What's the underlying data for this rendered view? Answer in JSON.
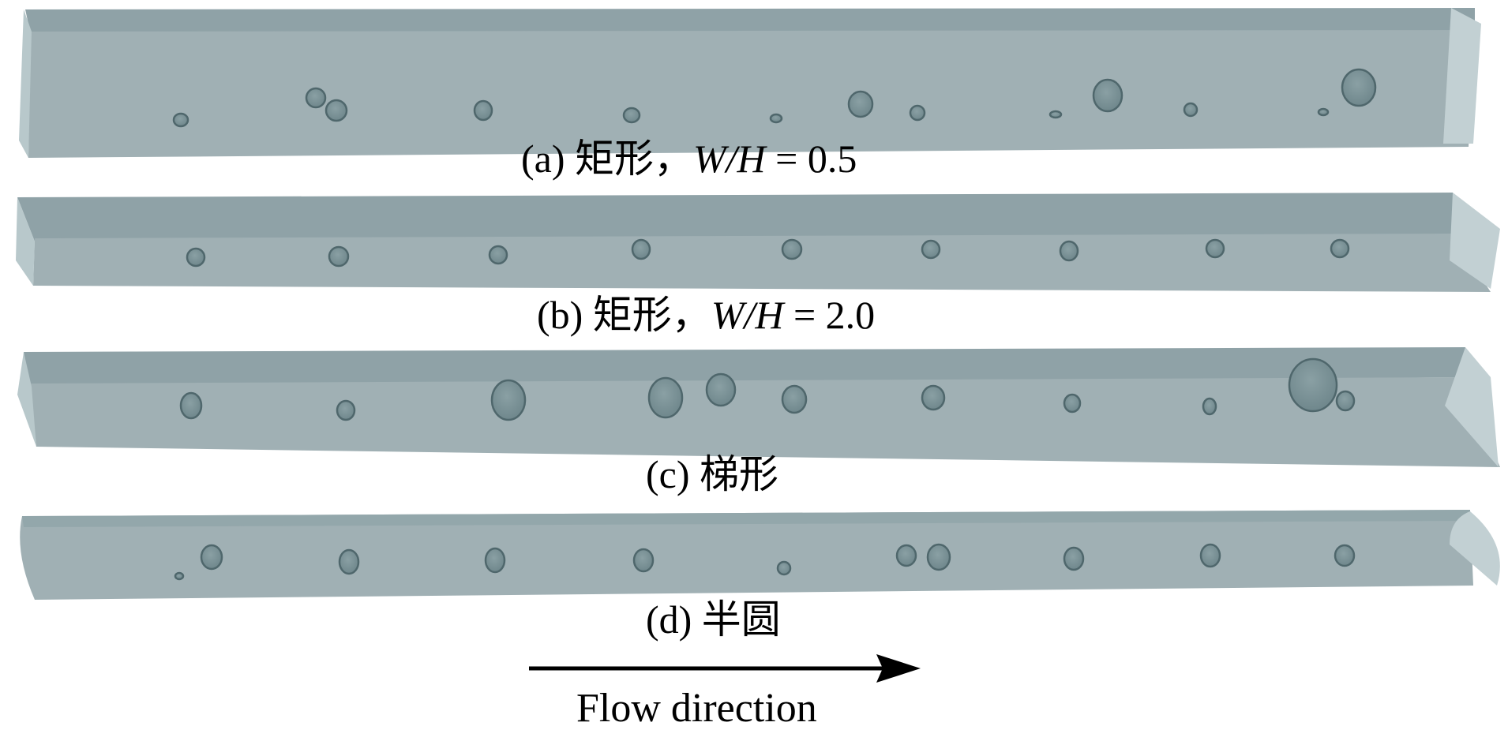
{
  "figure": {
    "colors": {
      "channel_side": "#a0b0b4",
      "channel_top": "#8fa2a7",
      "channel_end": "#c2d0d3",
      "bubble_fill": "#7f9599",
      "bubble_edge": "#4f676c",
      "arrow": "#000000"
    },
    "panels": [
      {
        "id": "a",
        "caption_prefix": "(a) 矩形，",
        "caption_math": "W/H",
        "caption_suffix": " = 0.5",
        "cross_section": "rectangle",
        "bubble_count": 14
      },
      {
        "id": "b",
        "caption_prefix": "(b) 矩形，",
        "caption_math": "W/H",
        "caption_suffix": " = 2.0",
        "cross_section": "rectangle",
        "bubble_count": 9
      },
      {
        "id": "c",
        "caption_prefix": "(c) 梯形",
        "caption_math": "",
        "caption_suffix": "",
        "cross_section": "trapezoid",
        "bubble_count": 11
      },
      {
        "id": "d",
        "caption_prefix": "(d) 半圆",
        "caption_math": "",
        "caption_suffix": "",
        "cross_section": "semicircle",
        "bubble_count": 11
      }
    ],
    "flow_direction_label": "Flow direction"
  }
}
